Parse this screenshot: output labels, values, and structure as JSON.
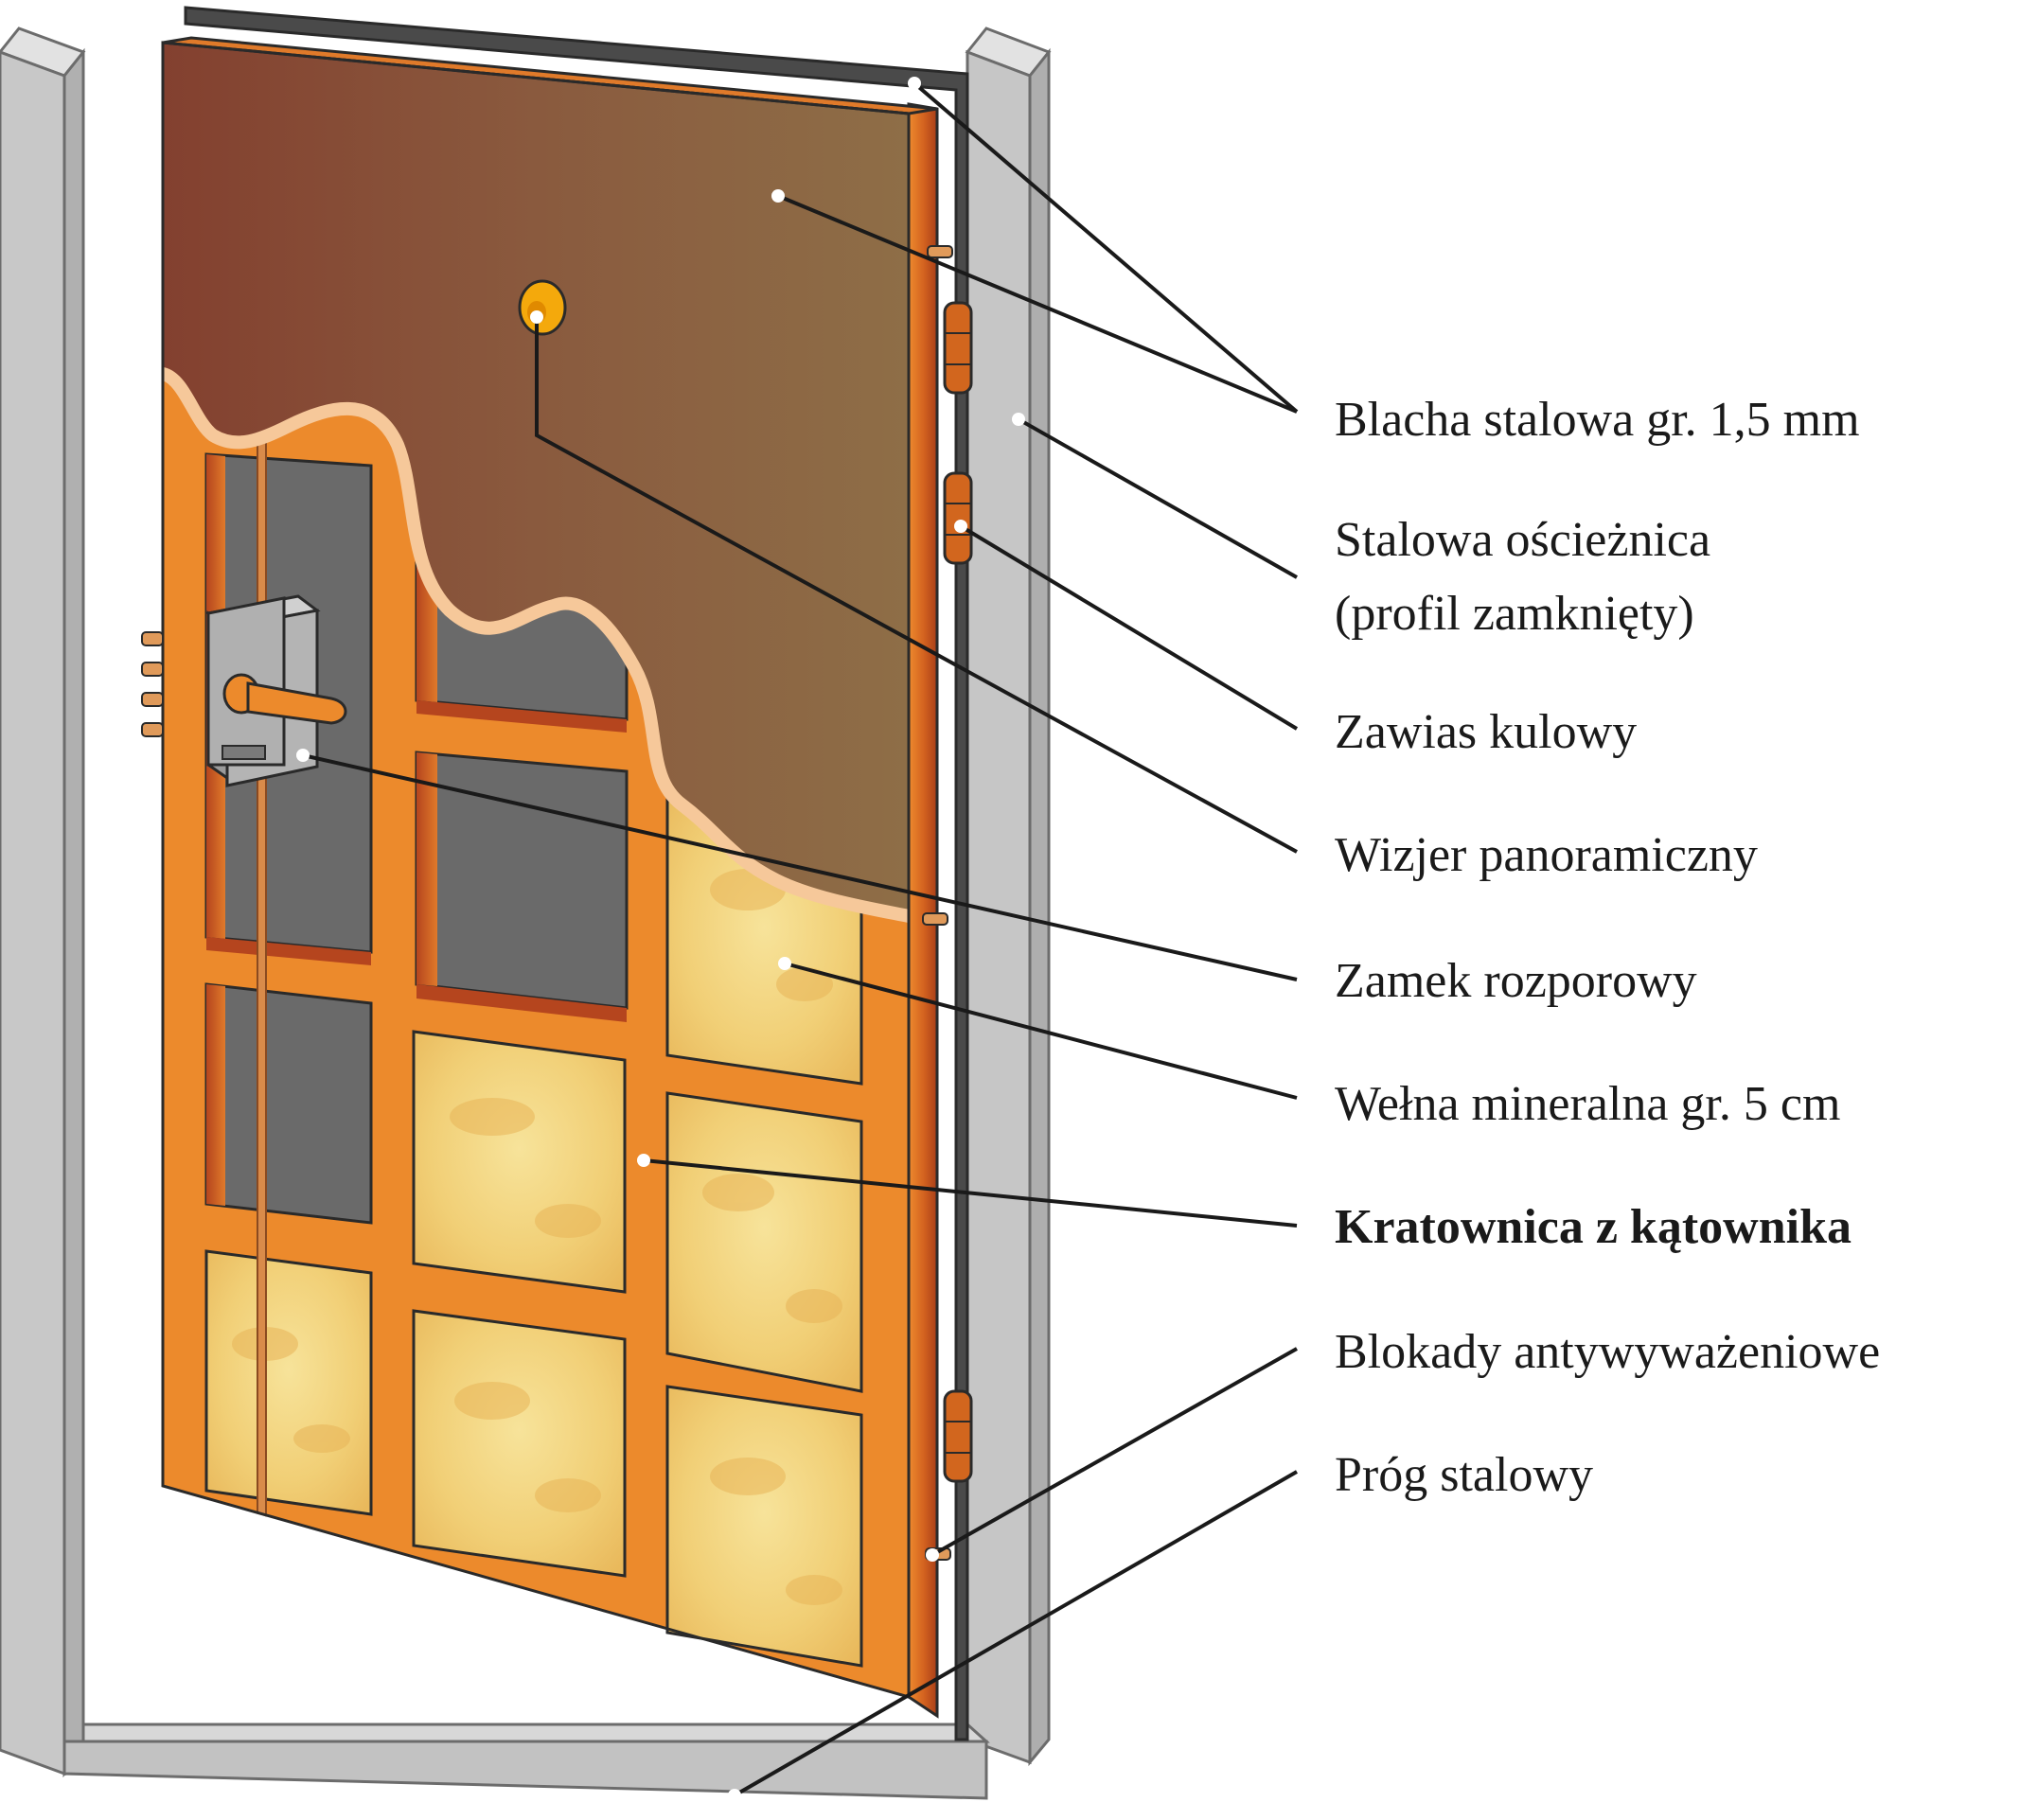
{
  "labels": [
    {
      "id": "blacha",
      "text": "Blacha stalowa gr. 1,5 mm",
      "bold": false
    },
    {
      "id": "oscieznica_1",
      "text": "Stalowa ościeżnica",
      "bold": false
    },
    {
      "id": "oscieznica_2",
      "text": "(profil zamknięty)",
      "bold": false
    },
    {
      "id": "zawias",
      "text": "Zawias kulowy",
      "bold": false
    },
    {
      "id": "wizjer",
      "text": "Wizjer panoramiczny",
      "bold": false
    },
    {
      "id": "zamek",
      "text": "Zamek rozporowy",
      "bold": false
    },
    {
      "id": "welna",
      "text": "Wełna mineralna gr. 5 cm",
      "bold": false
    },
    {
      "id": "kratownica",
      "text": "Kratownica z kątownika",
      "bold": true
    },
    {
      "id": "blokady",
      "text": "Blokady antywyważeniowe",
      "bold": false
    },
    {
      "id": "prog",
      "text": "Próg stalowy",
      "bold": false
    }
  ],
  "colors": {
    "frame_gray": "#c6c6c6",
    "frame_gray_dark": "#9e9e9e",
    "steel_sheet_left": "#8a4a36",
    "steel_sheet_right": "#8e6a45",
    "lattice_orange": "#ec8a2c",
    "lattice_dark": "#b5451e",
    "wool_yellow": "#f2d27a",
    "lock_gray": "#a8a8a8",
    "peephole": "#f4a90c",
    "cream_edge": "#f6c89a"
  }
}
